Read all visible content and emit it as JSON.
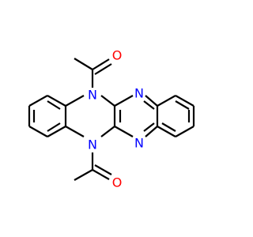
{
  "molecule": {
    "atoms": {
      "n_top": {
        "text": "N",
        "color": "#0000ff"
      },
      "n_bottom": {
        "text": "N",
        "color": "#0000ff"
      },
      "n_right_top": {
        "text": "N",
        "color": "#0000ff"
      },
      "n_right_bottom": {
        "text": "N",
        "color": "#0000ff"
      },
      "o_top": {
        "text": "O",
        "color": "#ff0000"
      },
      "o_bottom": {
        "text": "O",
        "color": "#ff0000"
      }
    }
  }
}
